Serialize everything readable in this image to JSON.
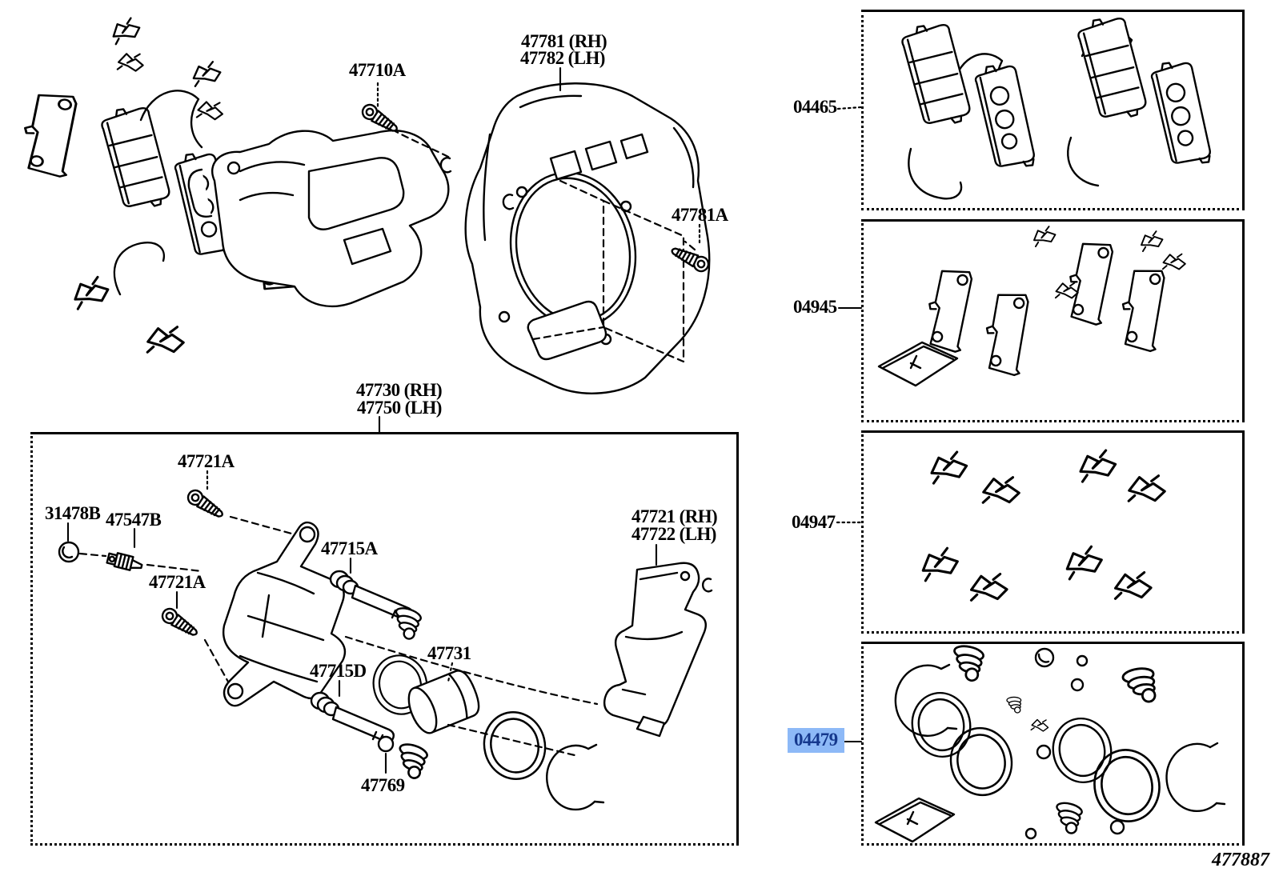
{
  "diagram": {
    "footer_code": "477887",
    "highlight_colors": {
      "background": "#8db9f7",
      "text": "#15388d"
    },
    "callouts": {
      "bolt_top": "47710A",
      "dust_cover_rh": "47781 (RH)",
      "dust_cover_lh": "47782 (LH)",
      "dust_cover_bolt": "47781A",
      "cylinder_assy_rh": "47730 (RH)",
      "cylinder_assy_lh": "47750 (LH)",
      "bolt_upper": "47721A",
      "bush": "31478B",
      "bleeder_plug": "47547B",
      "bolt_lower": "47721A",
      "slide_pin_upper": "47715A",
      "slide_pin_lower": "47715D",
      "piston": "47731",
      "cap": "47769",
      "mounting_rh": "47721 (RH)",
      "mounting_lh": "47722 (LH)"
    },
    "kits": [
      {
        "code": "04465",
        "highlighted": false
      },
      {
        "code": "04945",
        "highlighted": false
      },
      {
        "code": "04947",
        "highlighted": false
      },
      {
        "code": "04479",
        "highlighted": true
      }
    ]
  }
}
